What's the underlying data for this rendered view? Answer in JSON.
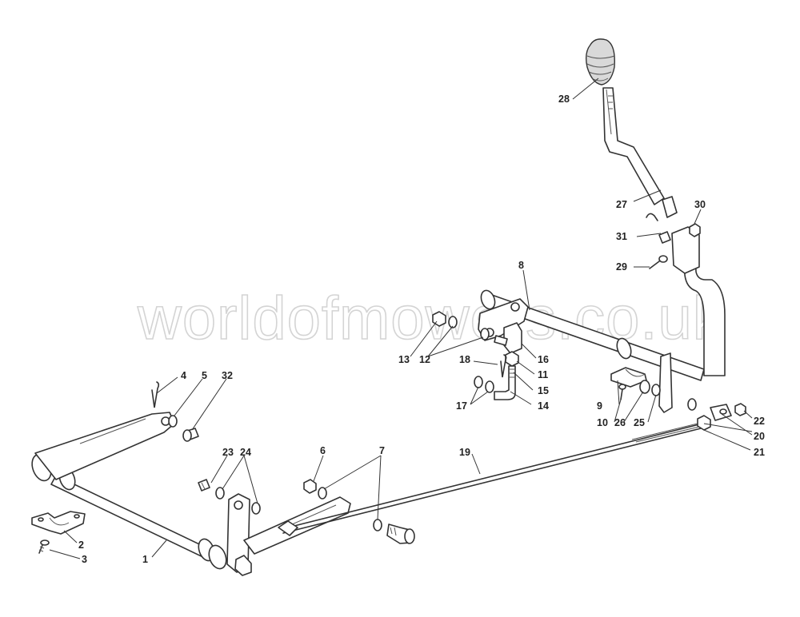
{
  "watermark": "worldofmowers.co.uk",
  "callouts": [
    "1",
    "2",
    "3",
    "4",
    "5",
    "6",
    "7",
    "8",
    "9",
    "10",
    "11",
    "12",
    "13",
    "14",
    "15",
    "16",
    "17",
    "18",
    "19",
    "20",
    "21",
    "22",
    "23",
    "24",
    "25",
    "26",
    "27",
    "28",
    "29",
    "30",
    "31",
    "32"
  ],
  "colors": {
    "line": "#333333",
    "watermark": "#d4d4d4",
    "background": "#ffffff"
  }
}
